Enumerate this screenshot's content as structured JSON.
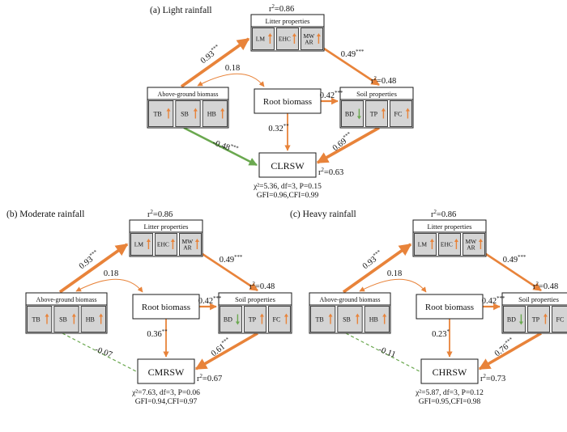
{
  "colors": {
    "orange": "#E8833A",
    "green": "#6AA84F",
    "dashed": "#6AA84F",
    "box": "#1a1a1a",
    "cell": "#d4d4d4"
  },
  "box_labels": {
    "litter": "Litter properties",
    "litter_cells": [
      "LM",
      "EHC",
      "MW\nAR"
    ],
    "agb": "Above-ground biomass",
    "agb_cells": [
      "TB",
      "SB",
      "HB"
    ],
    "root": "Root biomass",
    "soil": "Soil properties",
    "soil_cells": [
      "BD",
      "TP",
      "FC"
    ]
  },
  "panels": [
    {
      "title": "(a) Light rainfall",
      "outcome": "CLRSW",
      "r2_litter": "r²=0.86",
      "r2_soil": "r²=0.48",
      "r2_outcome": "r²=0.63",
      "coef_agb_litter": "0.93",
      "sig_agb_litter": "***",
      "coef_agb_root": "0.18",
      "sig_agb_root": "",
      "coef_litter_soil": "0.49",
      "sig_litter_soil": "***",
      "coef_root_soil": "0.42",
      "sig_root_soil": "***",
      "coef_root_out": "0.32",
      "sig_root_out": "**",
      "coef_soil_out": "0.69",
      "sig_soil_out": "***",
      "coef_agb_out": "-0.48",
      "sig_agb_out": "***",
      "agb_out_style": "solid",
      "fit_line1": "χ²=5.36, df=3, P=0.15",
      "fit_line2": "GFI=0.96,CFI=0.99",
      "arrows": {
        "litter": [
          "up",
          "up",
          "up"
        ],
        "agb": [
          "up",
          "up",
          "up"
        ],
        "soil": [
          "down",
          "up",
          "up"
        ]
      }
    },
    {
      "title": "(b) Moderate rainfall",
      "outcome": "CMRSW",
      "r2_litter": "r²=0.86",
      "r2_soil": "r²=0.48",
      "r2_outcome": "r²=0.67",
      "coef_agb_litter": "0.93",
      "sig_agb_litter": "***",
      "coef_agb_root": "0.18",
      "sig_agb_root": "",
      "coef_litter_soil": "0.49",
      "sig_litter_soil": "***",
      "coef_root_soil": "0.42",
      "sig_root_soil": "***",
      "coef_root_out": "0.36",
      "sig_root_out": "**",
      "coef_soil_out": "0.61",
      "sig_soil_out": "***",
      "coef_agb_out": "-0.07",
      "sig_agb_out": "",
      "agb_out_style": "dashed",
      "fit_line1": "χ²=7.63, df=3, P=0.06",
      "fit_line2": "GFI=0.94,CFI=0.97",
      "arrows": {
        "litter": [
          "up",
          "up",
          "up"
        ],
        "agb": [
          "up",
          "up",
          "up"
        ],
        "soil": [
          "down",
          "up",
          "up"
        ]
      }
    },
    {
      "title": "(c) Heavy rainfall",
      "outcome": "CHRSW",
      "r2_litter": "r²=0.86",
      "r2_soil": "r²=0.48",
      "r2_outcome": "r²=0.73",
      "coef_agb_litter": "0.93",
      "sig_agb_litter": "***",
      "coef_agb_root": "0.18",
      "sig_agb_root": "",
      "coef_litter_soil": "0.49",
      "sig_litter_soil": "***",
      "coef_root_soil": "0.42",
      "sig_root_soil": "***",
      "coef_root_out": "0.23",
      "sig_root_out": "*",
      "coef_soil_out": "0.76",
      "sig_soil_out": "***",
      "coef_agb_out": "-0.11",
      "sig_agb_out": "",
      "agb_out_style": "dashed",
      "fit_line1": "χ²=5.87, df=3, P=0.12",
      "fit_line2": "GFI=0.95,CFI=0.98",
      "arrows": {
        "litter": [
          "up",
          "up",
          "up"
        ],
        "agb": [
          "up",
          "up",
          "up"
        ],
        "soil": [
          "down",
          "up",
          "up"
        ]
      }
    }
  ]
}
